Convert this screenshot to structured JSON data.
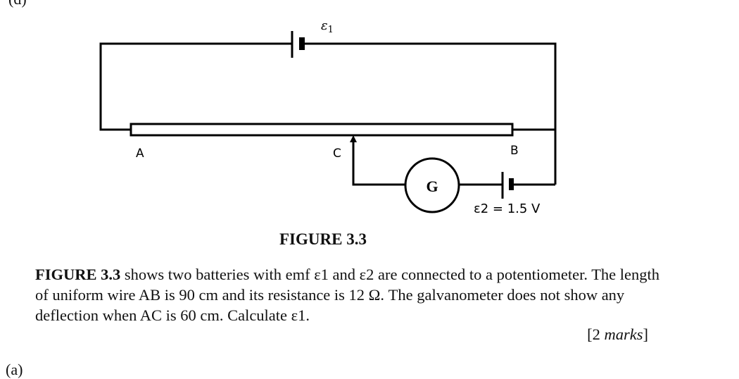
{
  "header_clip": "(d)",
  "footer_clip": "(a)",
  "figure": {
    "caption": "FIGURE 3.3",
    "labels": {
      "emf1": "ε1",
      "emf1_base": "ε",
      "emf1_sub": "1",
      "point_a": "A",
      "point_b": "B",
      "point_c": "C",
      "galvanometer": "G",
      "emf2": "ε2 = 1.5 V"
    }
  },
  "question": {
    "bold_ref": "FIGURE 3.3",
    "text": " shows two batteries with emf ε1 and ε2 are connected to a potentiometer. The length of uniform wire AB is 90 cm and its resistance is 12 Ω. The galvanometer does not show any deflection when AC is 60 cm. Calculate ε1.",
    "marks_open": "[2 ",
    "marks_word": "marks",
    "marks_close": "]"
  }
}
